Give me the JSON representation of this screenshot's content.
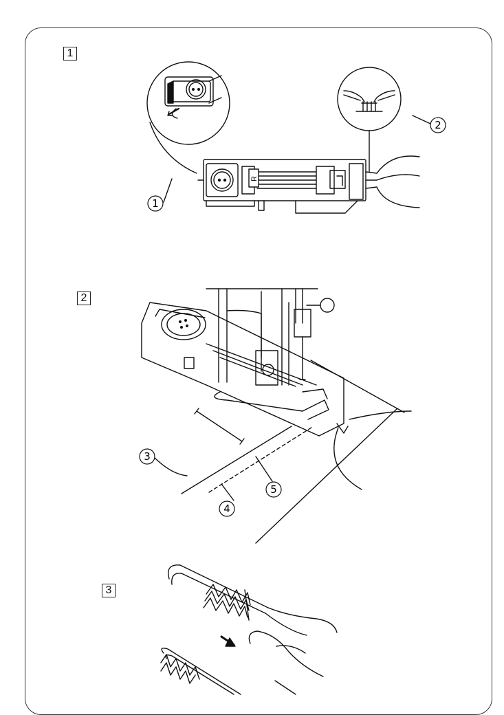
{
  "steps": [
    "1",
    "2",
    "3"
  ],
  "callouts": [
    "1",
    "2",
    "3",
    "4",
    "5"
  ],
  "foot_mark": "R"
}
